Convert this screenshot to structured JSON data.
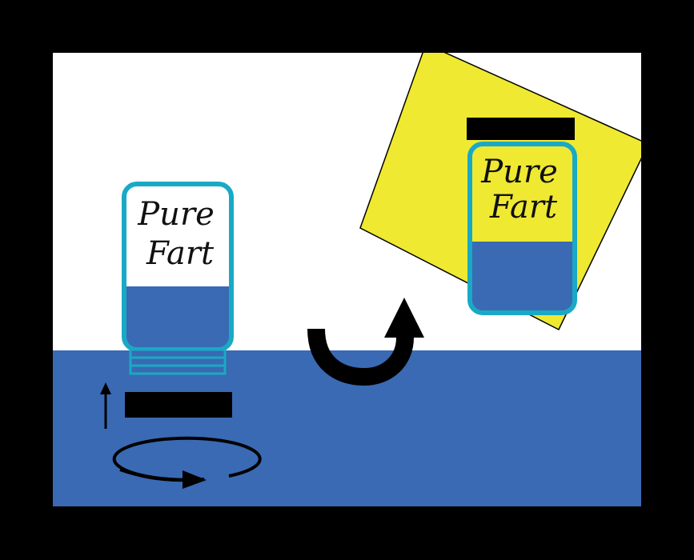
{
  "colors": {
    "frame": "#000000",
    "sky": "#ffffff",
    "water": "#3a6ab3",
    "jar_outline": "#1aa9c4",
    "jar_fill_level": "#3a6ab3",
    "card": "#efe932",
    "lid": "#000000",
    "arrows": "#000000"
  },
  "icons": [
    "rotate-clockwise-icon",
    "curved-arrow-up-icon",
    "up-arrow-icon"
  ],
  "jar_open": {
    "label_line1": "Pure",
    "label_line2": "Fart",
    "fill_level": 0.42
  },
  "jar_capped": {
    "label_line1": "Pure",
    "label_line2": "Fart",
    "fill_level": 0.42
  }
}
